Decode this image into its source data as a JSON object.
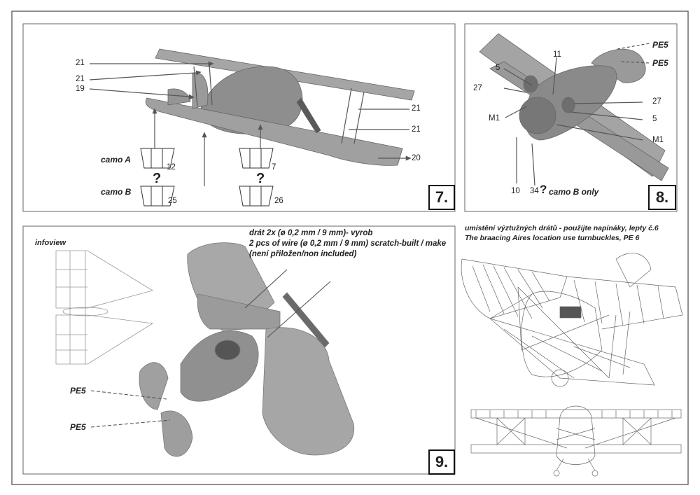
{
  "step7": {
    "step_label": "7.",
    "callouts": [
      "21",
      "21",
      "19",
      "21",
      "21",
      "20",
      "12",
      "7",
      "25",
      "26"
    ],
    "camo_a": "camo A",
    "camo_b": "camo B",
    "q1": "?",
    "q2": "?"
  },
  "step8": {
    "step_label": "8.",
    "callouts": [
      "PE5",
      "PE5",
      "11",
      "5",
      "27",
      "27",
      "5",
      "M1",
      "M1",
      "10",
      "34"
    ],
    "q": "?",
    "camo_b_only": "camo B only"
  },
  "step9": {
    "step_label": "9.",
    "wire_cz": "drát 2x (ø 0,2 mm / 9 mm)- vyrob",
    "wire_en": "2 pcs of wire (ø 0,2 mm / 9 mm) scratch-built / make",
    "wire_note": "(není přiložen/non included)",
    "infoview": "infoview",
    "pe5_a": "PE5",
    "pe5_b": "PE5"
  },
  "bracing": {
    "cz": "umístění výztužných drátů - použijte napínáky, lepty č.6",
    "en": "The braacing Aires location  use turnbuckles, PE 6"
  }
}
